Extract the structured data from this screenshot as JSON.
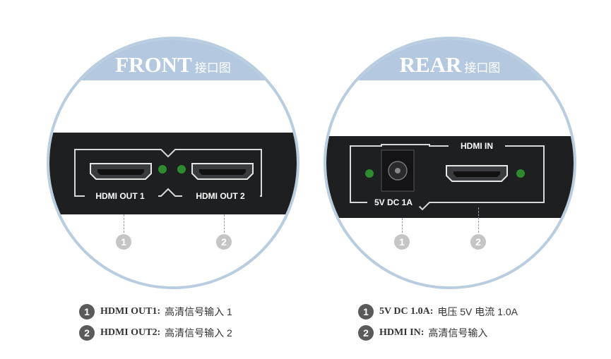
{
  "front": {
    "title": "FRONT",
    "subtitle": "接口图",
    "port1_label": "HDMI OUT 1",
    "port2_label": "HDMI OUT 2",
    "marker1": "1",
    "marker2": "2"
  },
  "rear": {
    "title": "REAR",
    "subtitle": "接口图",
    "power_label": "5V DC 1A",
    "port_label": "HDMI IN",
    "marker1": "1",
    "marker2": "2"
  },
  "legend_front": [
    {
      "num": "1",
      "key": "HDMI OUT1:",
      "desc": "高清信号输入 1"
    },
    {
      "num": "2",
      "key": "HDMI OUT2:",
      "desc": "高清信号输入 2"
    }
  ],
  "legend_rear": [
    {
      "num": "1",
      "key": "5V DC 1.0A:",
      "desc": "电压 5V 电流 1.0A"
    },
    {
      "num": "2",
      "key": "HDMI IN:",
      "desc": "高清信号输入"
    }
  ],
  "colors": {
    "caption_bg": "#b4c9df",
    "ring": "#b9cde0",
    "device": "#1e1f21",
    "led": "#2e8a2e",
    "marker": "#c5c5c5",
    "legend_bullet": "#5a5a5a"
  }
}
